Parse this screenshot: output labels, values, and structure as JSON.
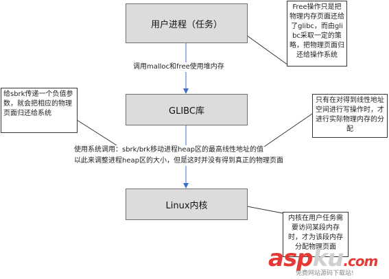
{
  "boxes": {
    "user_process": "用户进程（任务）",
    "glibc": "GLIBC库",
    "linux_kernel": "Linux内核"
  },
  "edges": {
    "malloc_free": "调用malloc和free使用堆内存",
    "syscall_line1": "使用系统调用：sbrk/brk移动进程heap区的最高线性地址的值",
    "syscall_line2": "以此来调整进程heap区的大小，但是这时并没有得到真正的物理页面"
  },
  "notes": {
    "free_note": "Free操作只是把物理内存页面还给了glibc，而由glibc采取一定的策略，把物理页面归还给操作系统",
    "sbrk_note": "给sbrk传递一个负值参数，就会把相应的物理页面归还给系统",
    "linear_note": "只有在对得到线性地址空间进行写操作时，才进行实际物理内存的分配",
    "kernel_note": "内核在用户任务需要访问某段内存时，才为该段内存分配物理页面"
  },
  "watermark": {
    "brand_a": "asp",
    "brand_b": "ku",
    "brand_c": ".com",
    "subtitle": "免费网站源码下载站!"
  }
}
